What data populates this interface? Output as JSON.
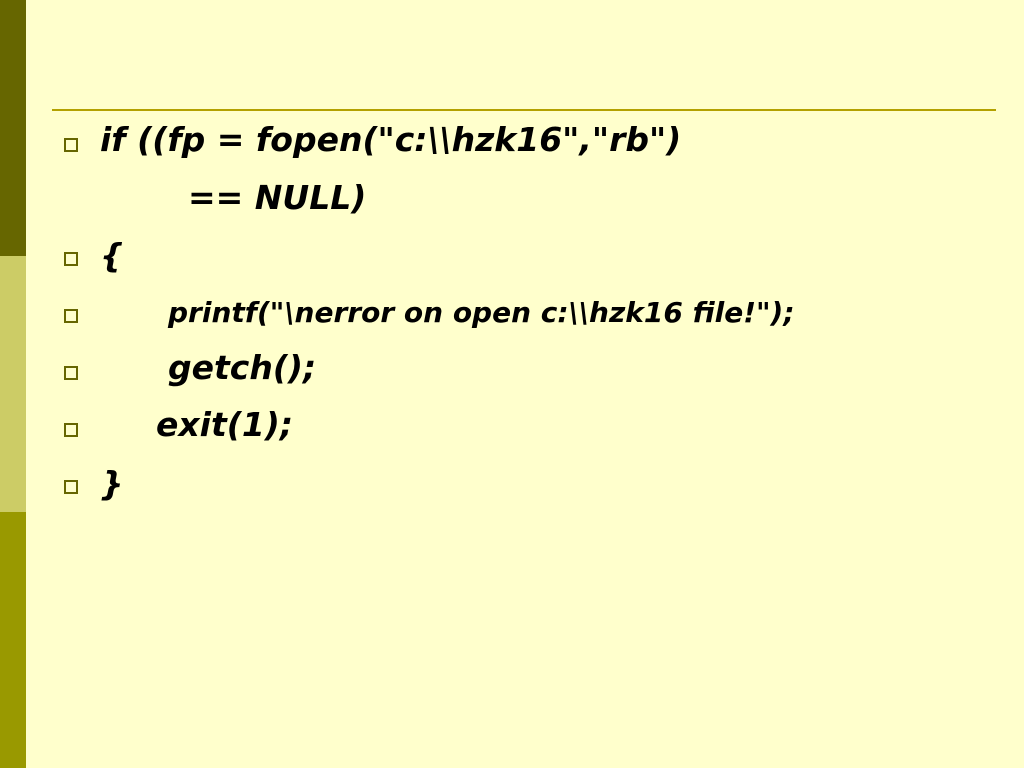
{
  "colors": {
    "background": "#ffffcc",
    "bar_dark": "#666600",
    "bar_light": "#cccc66",
    "bar_mid": "#999900",
    "rule": "#b3a100",
    "bullet": "#666600",
    "text": "#000000"
  },
  "slide": {
    "lines": [
      {
        "bullet": true,
        "text": "if ((fp = fopen(\"c:\\\\hzk16\",\"rb\")"
      },
      {
        "bullet": false,
        "text": "== NULL)"
      },
      {
        "bullet": true,
        "text": "{"
      },
      {
        "bullet": true,
        "text": "printf(\"\\nerror on open c:\\\\hzk16 file!\");"
      },
      {
        "bullet": true,
        "text": "getch();"
      },
      {
        "bullet": true,
        "text": "exit(1);"
      },
      {
        "bullet": true,
        "text": "}"
      }
    ]
  },
  "icons": {
    "bullet": "hollow-square-icon"
  }
}
